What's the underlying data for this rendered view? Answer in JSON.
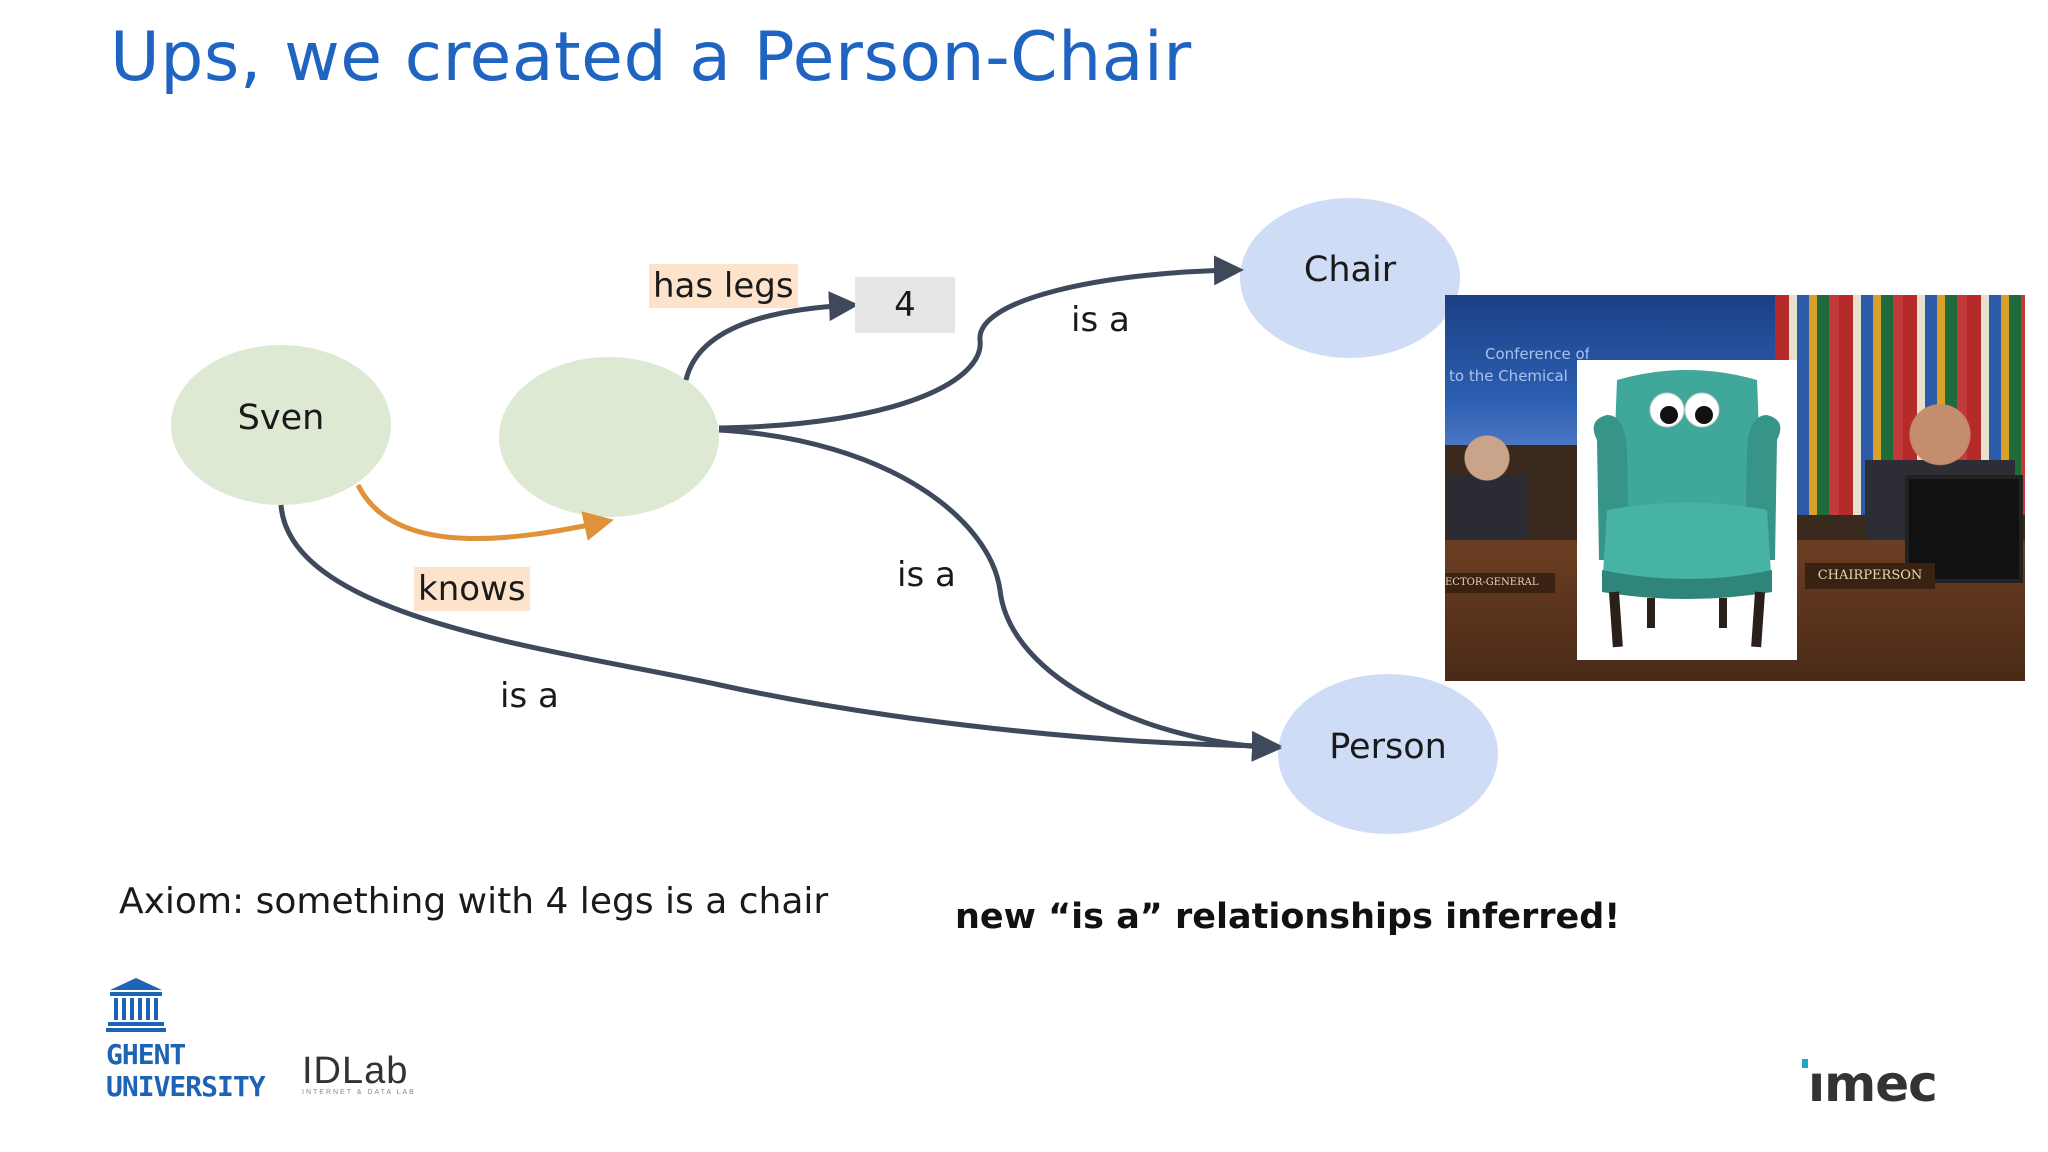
{
  "slide": {
    "title": "Ups, we created a Person-Chair"
  },
  "nodes": {
    "sven": "Sven",
    "anon": "",
    "value": "4",
    "chair": "Chair",
    "person": "Person"
  },
  "edges": {
    "has_legs": "has legs",
    "knows": "knows",
    "is_a_chair": "is a",
    "is_a_person_mid": "is a",
    "is_a_person_sven": "is a"
  },
  "notes": {
    "axiom": "Axiom: something with 4 legs is a chair",
    "inferred": "new “is a” relationships inferred!"
  },
  "photo": {
    "stage_text_1": "Conference of the States Parties",
    "stage_text_2": "to the Chemical",
    "placard_left": "ECTOR-GENERAL",
    "placard_right": "CHAIRPERSON"
  },
  "logos": {
    "ghent_line1": "GHENT",
    "ghent_line2": "UNIVERSITY",
    "idlab": "IDLab",
    "idlab_sub": "INTERNET & DATA LAB",
    "imec": "ımec"
  },
  "colors": {
    "title": "#1f64c0",
    "green_node": "#dde9d3",
    "blue_node": "#cfdcf5",
    "edge_dark": "#3e4a5c",
    "edge_orange": "#e0923a",
    "label_highlight": "#fde3cc",
    "value_box": "#e6e6e6"
  },
  "icons": [
    "university-building-icon",
    "chair-with-eyes-icon"
  ]
}
